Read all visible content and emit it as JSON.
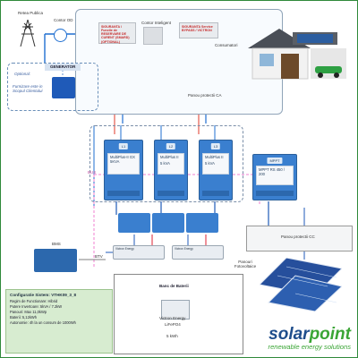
{
  "grid": {
    "title": "Retea Publica"
  },
  "meter": {
    "label": "Contor OD"
  },
  "breaker1": {
    "text": "SIGURANTA / Functie de RESERVARE DE CURENT (SMARD) (OPTIONAL)"
  },
  "contor_intel": {
    "label": "Contor Inteligent"
  },
  "breaker2": {
    "text": "SIGURANTA Service BYPASS / VICTRON"
  },
  "consumers": {
    "label": "Consumatori"
  },
  "panel_ca": {
    "label": "Panou protectii CA"
  },
  "generator": {
    "title": "GENERATOR",
    "optional": "Optional:",
    "desc": "Furnizare este in Scopul Clientului"
  },
  "inverters": [
    {
      "tag": "L1",
      "name": "MultiPlus-II GX 5KVA",
      "sub": ""
    },
    {
      "tag": "L2",
      "name": "MultiPlus II",
      "sub": "5 kVA"
    },
    {
      "tag": "L3",
      "name": "MultiPlus II",
      "sub": "5 kVA"
    }
  ],
  "mppt": {
    "tag": "MPPT",
    "name": "MPPT RS 450 / 200"
  },
  "bus": {
    "label": "BUS"
  },
  "bms": {
    "label": "BMS"
  },
  "btv": {
    "label": "BTV"
  },
  "panel_cc": {
    "label": "Panou protectii CC"
  },
  "solar": {
    "label": "Panouri Fotovoltaice"
  },
  "battery_bank": {
    "title": "Banc de Baterii",
    "brand": "Victron Energy",
    "chem": "LiFePO4",
    "capacity": "5 kWh"
  },
  "config": {
    "title": "Configuratie Sistem:  VTHK09_3_8",
    "rows": [
      "Regim de Functionare: Hibrid",
      "Putere Invertoare: 5kVA / 7.2kW",
      "Panouri: Max 11,0kWp",
      "Baterii: 5,12kWh",
      "Autonomie: 4h la un consum de 1000Wh"
    ]
  },
  "brand": {
    "name_a": "solar",
    "name_b": "point",
    "tagline": "renewable energy solutions"
  },
  "colors": {
    "frame": "#2f8a3a",
    "inverter": "#3a7fcf",
    "ac_line": "#1f6fd1",
    "neutral_line": "#e23a2a",
    "bus_line": "#f07fd0",
    "dc_line": "#1f5ab8",
    "config_bg": "#d7ecd0"
  }
}
